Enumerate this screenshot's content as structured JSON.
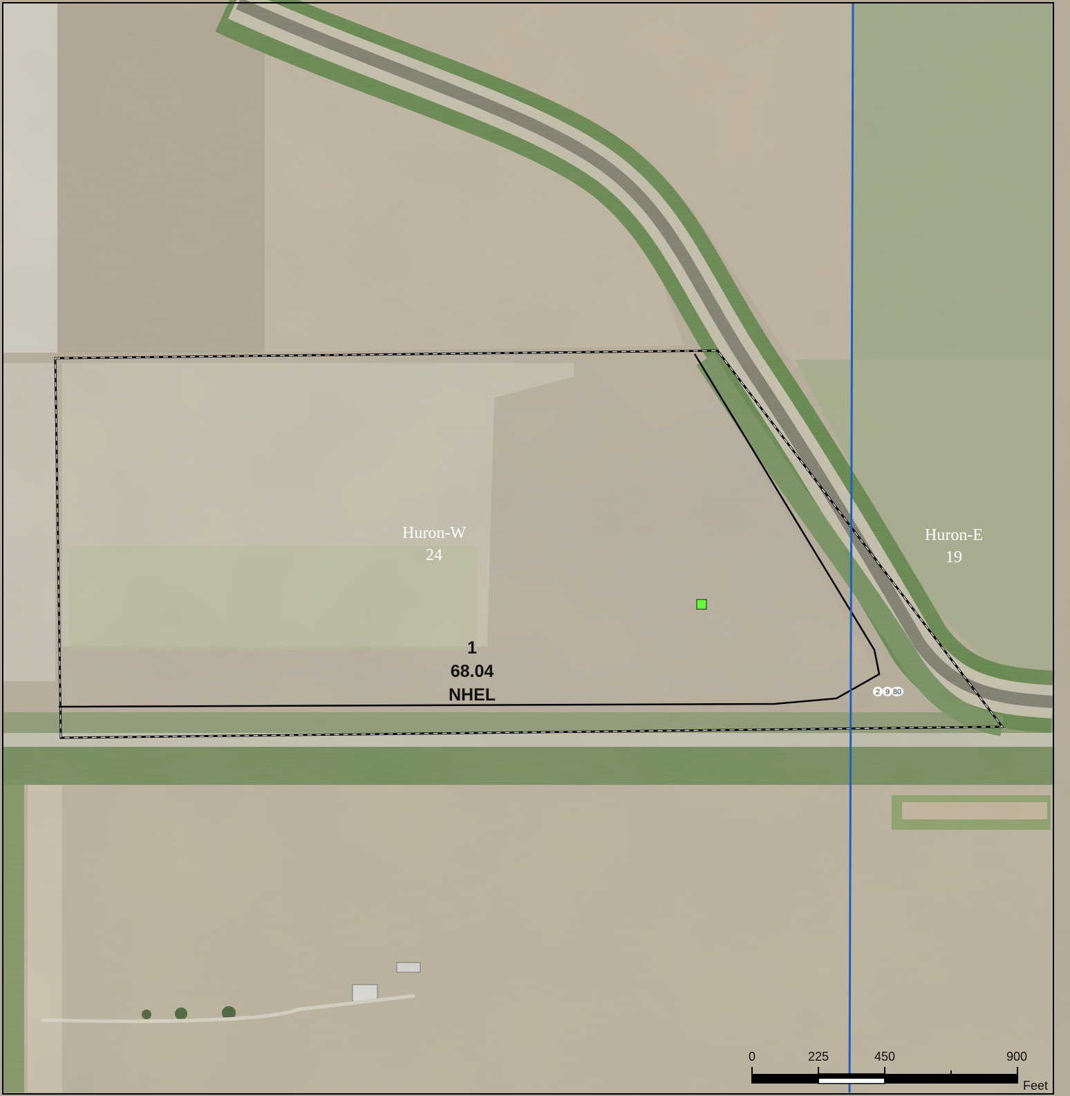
{
  "map": {
    "township_labels": [
      {
        "name": "Huron-W",
        "section": "24"
      },
      {
        "name": "Huron-E",
        "section": "19"
      }
    ],
    "field": {
      "number": "1",
      "acres": "68.04",
      "hel_status": "NHEL"
    },
    "clu_labels": [
      "2",
      "9",
      "80"
    ],
    "scale_bar": {
      "ticks": [
        "0",
        "225",
        "450",
        "900"
      ],
      "units": "Feet"
    },
    "colors": {
      "township_line": "#1f5fbf",
      "field_boundary": "#000000",
      "marker": "#66ff33",
      "ditch_water": "#7a7a6a"
    }
  }
}
